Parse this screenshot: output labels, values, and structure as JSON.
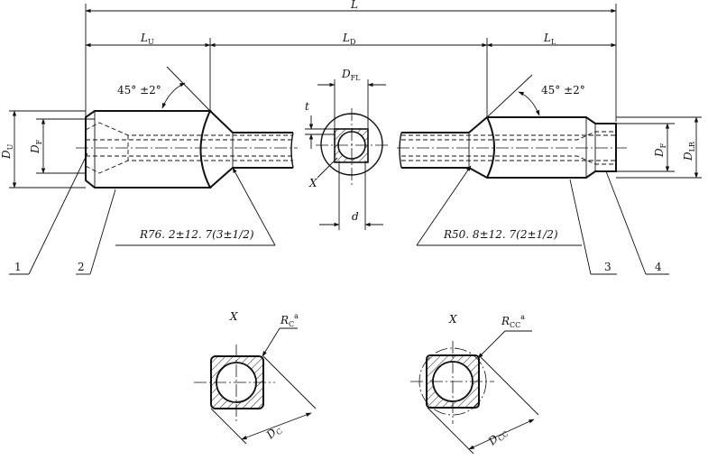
{
  "dimensions": {
    "overall_length": "L",
    "upper_length": {
      "main": "L",
      "sub": "U"
    },
    "drill_length": {
      "main": "L",
      "sub": "D"
    },
    "lower_length": {
      "main": "L",
      "sub": "L"
    },
    "upper_od": {
      "main": "D",
      "sub": "U"
    },
    "upper_id": {
      "main": "D",
      "sub": "F"
    },
    "lower_od": {
      "main": "D",
      "sub": "LR"
    },
    "lower_id": {
      "main": "D",
      "sub": "F"
    },
    "section_width": {
      "main": "D",
      "sub": "FL"
    },
    "section_t": "t",
    "section_d": "d"
  },
  "angles": {
    "upper_taper": "45° ±2°",
    "lower_taper": "45° ±2°"
  },
  "radii": {
    "upper_radius": "R76. 2±12. 7(3±1/2)",
    "lower_radius": "R50. 8±12. 7(2±1/2)"
  },
  "callouts": [
    "1",
    "2",
    "3",
    "4"
  ],
  "section_marker": "X",
  "details": {
    "left": {
      "marker": "X",
      "radius_label": {
        "main": "R",
        "sub": "C",
        "sup": "a"
      },
      "diag_label": {
        "main": "D",
        "sub": "C"
      }
    },
    "right": {
      "marker": "X",
      "radius_label": {
        "main": "R",
        "sub": "CC",
        "sup": "a"
      },
      "diag_label": {
        "main": "D",
        "sub": "CC"
      }
    }
  }
}
